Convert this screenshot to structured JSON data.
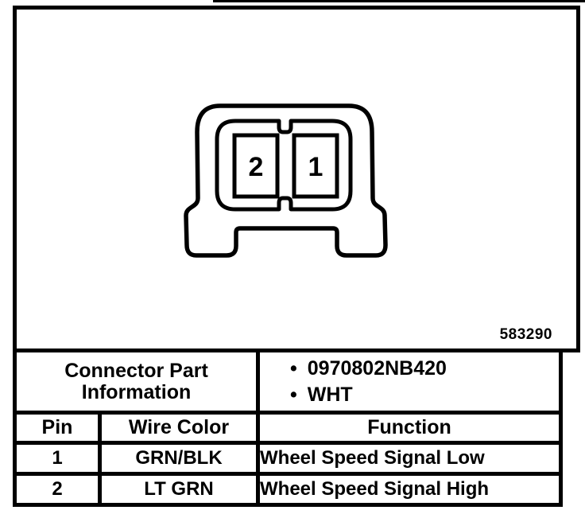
{
  "figure": {
    "number": "583290"
  },
  "connector": {
    "pin_labels": [
      "2",
      "1"
    ]
  },
  "table": {
    "part_info": {
      "line1": "Connector Part",
      "line2": "Information",
      "bullet": "•",
      "items": [
        "0970802NB420",
        "WHT"
      ]
    },
    "headers": [
      "Pin",
      "Wire Color",
      "Function"
    ],
    "rows": [
      {
        "pin": "1",
        "wire_color": "GRN/BLK",
        "function": "Wheel Speed Signal Low"
      },
      {
        "pin": "2",
        "wire_color": "LT GRN",
        "function": "Wheel Speed Signal High"
      }
    ]
  },
  "colors": {
    "ink": "#000000",
    "paper": "#ffffff"
  }
}
